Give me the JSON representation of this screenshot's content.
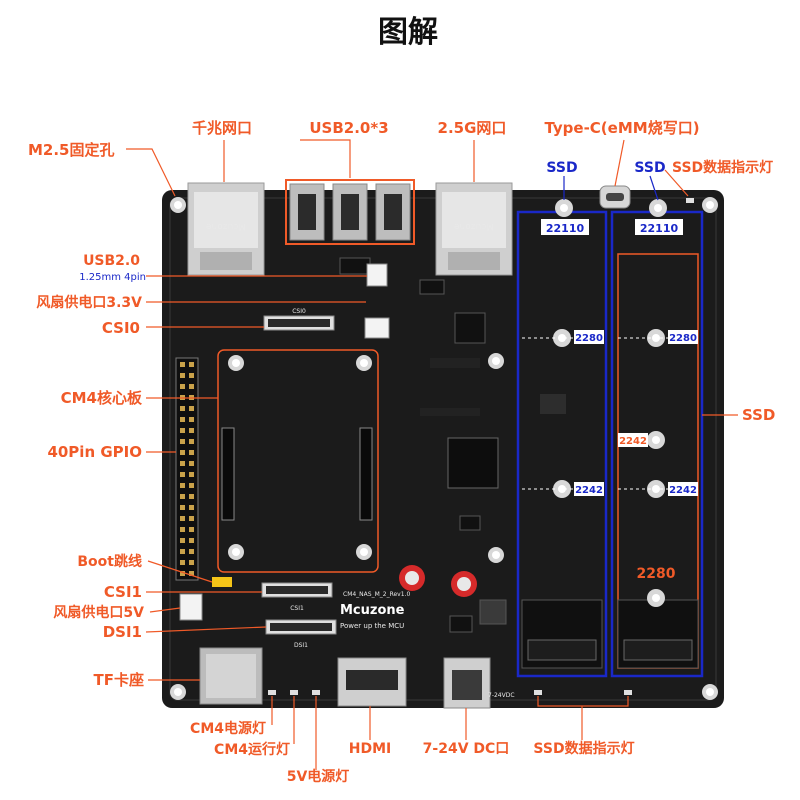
{
  "title": "图解",
  "labels": {
    "m25": "M2.5固定孔",
    "gige": "千兆网口",
    "usb2x3": "USB2.0*3",
    "g25": "2.5G网口",
    "typec": "Type-C(eMM烧写口)",
    "ssd_left_top": "SSD",
    "ssd_right_top": "SSD",
    "ssd_led_top": "SSD数据指示灯",
    "usb2": "USB2.0",
    "usb2_sub": "1.25mm 4pin",
    "fan33": "风扇供电口3.3V",
    "csi0": "CSI0",
    "cm4": "CM4核心板",
    "gpio": "40Pin GPIO",
    "ssd_right": "SSD",
    "boot": "Boot跳线",
    "csi1": "CSI1",
    "fan5": "风扇供电口5V",
    "dsi1": "DSI1",
    "tf": "TF卡座",
    "cm4_power": "CM4电源灯",
    "cm4_run": "CM4运行灯",
    "led5v": "5V电源灯",
    "hdmi": "HDMI",
    "dc": "7-24V DC口",
    "ssd_led_bottom": "SSD数据指示灯"
  },
  "tags": {
    "l22110": "22110",
    "r22110": "22110",
    "l2280": "2280",
    "r2280": "2280",
    "r2242mid": "2242",
    "l2242": "2242",
    "r2242": "2242",
    "big2280": "2280"
  },
  "board": {
    "brand": "Mcuzone",
    "slogan": "Power up the MCU",
    "model": "CM4_NAS_M_2_Rev1.0",
    "rj_text": "Mcuzone",
    "csi_silk": "CSI0",
    "csi1_silk": "CSI1",
    "dsi_silk": "DSI1",
    "dc_silk": "7-24VDC"
  },
  "colors": {
    "label": "#f05a28",
    "blue": "#1a28c8",
    "board": "#1b1b1b",
    "highlight": "#f05a28"
  }
}
